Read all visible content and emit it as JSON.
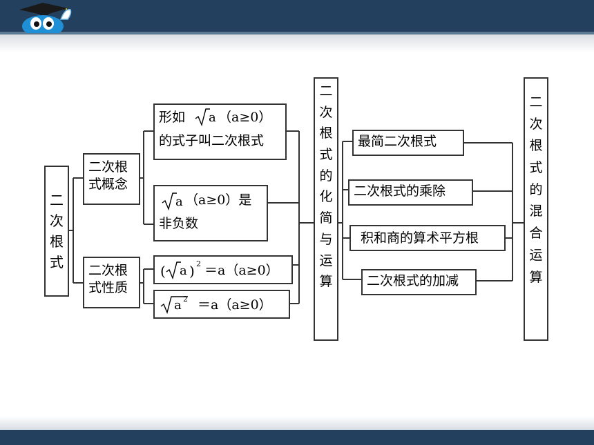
{
  "root": [
    "二",
    "次",
    "根",
    "式"
  ],
  "concept": {
    "line1": "二次根",
    "line2": "式概念"
  },
  "property": {
    "line1": "二次根",
    "line2": "式性质"
  },
  "concept_items": {
    "def_prefix": "形如",
    "def_radicand": "a",
    "def_cond": "（a≥0）",
    "def_line2": "的式子叫二次根式",
    "nonneg_radicand": "a",
    "nonneg_cond": "（a≥0）是",
    "nonneg_line2": "非负数"
  },
  "property_items": {
    "p1_open": "(",
    "p1_radicand": "a",
    "p1_close": ")",
    "p1_exp": "2",
    "p1_rhs": "＝a（a≥0）",
    "p2_radicand": "a",
    "p2_exp": "2",
    "p2_rhs": "＝a（a≥0）"
  },
  "simplify": [
    "二",
    "次",
    "根",
    "式",
    "的",
    "化",
    "简",
    "与",
    "运",
    "算"
  ],
  "ops": [
    "最简二次根式",
    "二次根式的乘除",
    "积和商的算术平方根",
    "二次根式的加减"
  ],
  "mixed": [
    "二",
    "次",
    "根",
    "式",
    "的",
    "混",
    "合",
    "运",
    "算"
  ]
}
